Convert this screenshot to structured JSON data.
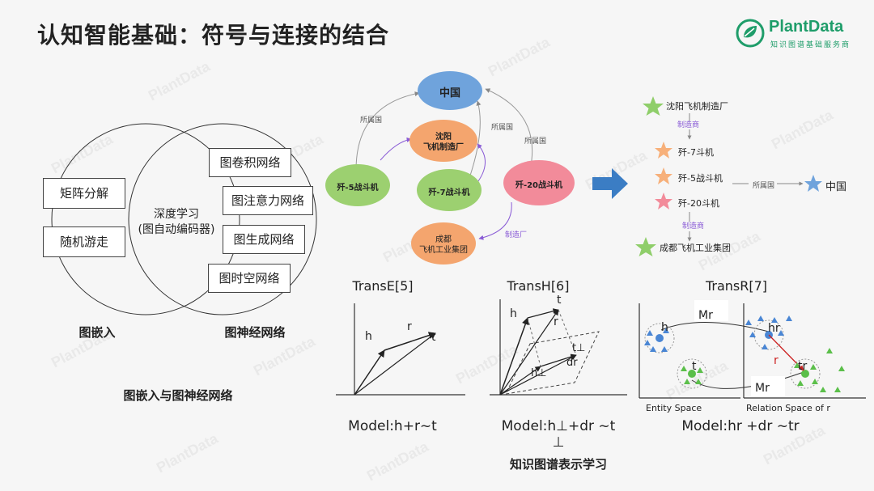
{
  "header": {
    "title": "认知智能基础：符号与连接的结合"
  },
  "brand": {
    "name": "PlantData",
    "subtitle": "知识图谱基础服务商",
    "color": "#1f9d6a"
  },
  "watermark": "PlantData",
  "venn": {
    "left_items": [
      "矩阵分解",
      "随机游走"
    ],
    "center_item_line1": "深度学习",
    "center_item_line2": "(图自动编码器)",
    "right_items": [
      "图卷积网络",
      "图注意力网络",
      "图生成网络",
      "图时空网络"
    ],
    "left_label": "图嵌入",
    "right_label": "图神经网络",
    "caption": "图嵌入与图神经网络"
  },
  "kg": {
    "nodes": {
      "china": "中国",
      "shenyang_line1": "沈阳",
      "shenyang_line2": "飞机制造厂",
      "j5": "歼-5战斗机",
      "j7": "歼-7战斗机",
      "j20": "歼-20战斗机",
      "chengdu_line1": "成都",
      "chengdu_line2": "飞机工业集团"
    },
    "edges": {
      "belongs1": "所属国",
      "belongs2": "所属国",
      "belongs3": "所属国",
      "maker": "制造厂"
    },
    "colors": {
      "china": "#6fa3dc",
      "factory": "#f4a56e",
      "fighter": "#9cd070",
      "j20": "#f28b9a"
    }
  },
  "symbolic": {
    "shenyang": "沈阳飞机制造厂",
    "maker1": "制造商",
    "j7": "歼-7斗机",
    "j5": "歼-5战斗机",
    "j20": "歼-20斗机",
    "belongs": "所属国",
    "china": "中国",
    "maker2": "制造商",
    "chengdu": "成都飞机工业集团"
  },
  "models": {
    "transe": {
      "title": "TransE[5]",
      "h": "h",
      "r": "r",
      "t": "t",
      "formula": "Model:h+r~t"
    },
    "transh": {
      "title": "TransH[6]",
      "h": "h",
      "r": "r",
      "t": "t",
      "t_perp": "t⊥",
      "h_perp": "h⊥",
      "dr": "dr",
      "formula": "Model:h⊥+dr ~t ⊥"
    },
    "transr": {
      "title": "TransR[7]",
      "mr1": "Mr",
      "mr2": "Mr",
      "h": "h",
      "t": "t",
      "hr": "hr",
      "tr": "tr",
      "r": "r",
      "entity_space": "Entity Space",
      "relation_space": "Relation Space of r",
      "formula": "Model:hr +dr ~tr"
    },
    "caption": "知识图谱表示学习"
  }
}
